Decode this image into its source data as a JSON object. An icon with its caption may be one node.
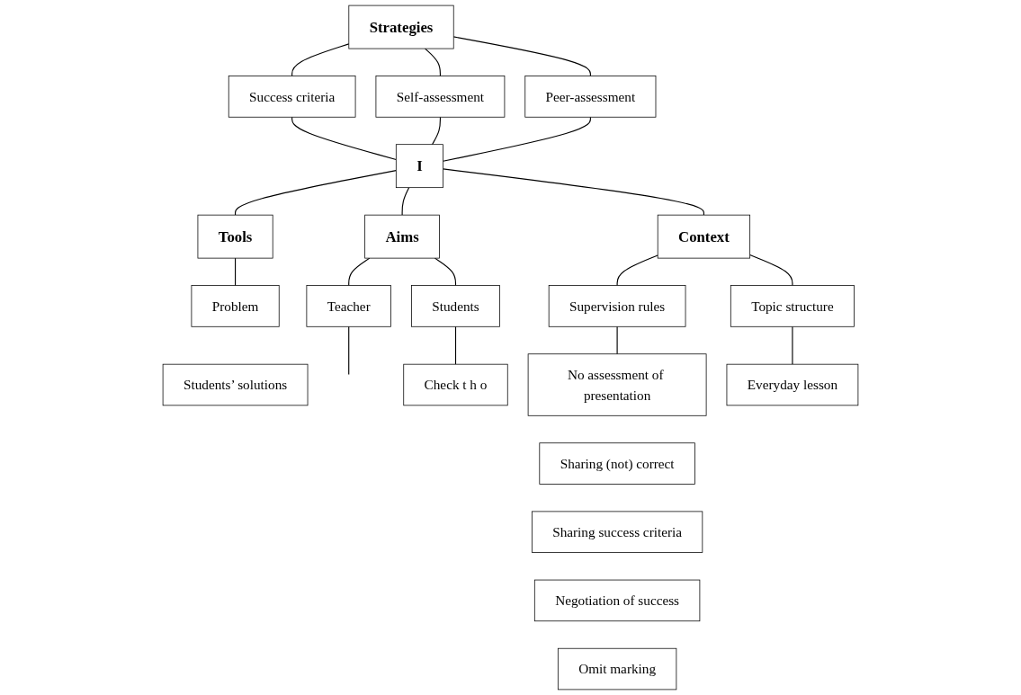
{
  "diagram": {
    "nodes": [
      {
        "text": [
          "Strategies"
        ]
      },
      {
        "text": [
          "Success criteria"
        ]
      },
      {
        "text": [
          "Self-assessment"
        ]
      },
      {
        "text": [
          "Peer-assessment"
        ]
      },
      {
        "text": [
          "I"
        ]
      },
      {
        "text": [
          "Tools"
        ]
      },
      {
        "text": [
          "Aims"
        ]
      },
      {
        "text": [
          "Context"
        ]
      },
      {
        "text": [
          "Problem"
        ]
      },
      {
        "text": [
          "Students’ solutions"
        ]
      },
      {
        "text": [
          "Teacher"
        ]
      },
      {
        "text": [
          "Students"
        ]
      },
      {
        "text": [
          "Check t h o"
        ]
      },
      {
        "text": [
          "Supervision rules"
        ]
      },
      {
        "text": [
          "Topic structure"
        ]
      },
      {
        "text": [
          "No assessment of presentation"
        ]
      },
      {
        "text": [
          "Sharing (not) correct"
        ]
      },
      {
        "text": [
          "Sharing success criteria"
        ]
      },
      {
        "text": [
          "Negotiation of success"
        ]
      },
      {
        "text": [
          "Omit marking"
        ]
      },
      {
        "text": [
          "Everyday lesson"
        ]
      }
    ],
    "edges": [
      {
        "from": 0,
        "to": 1,
        "arrow": "none"
      },
      {
        "from": 0,
        "to": 2,
        "arrow": "none"
      },
      {
        "from": 0,
        "to": 3,
        "arrow": "none"
      },
      {
        "from": 1,
        "to": 4,
        "arrow": "none"
      },
      {
        "from": 2,
        "to": 4,
        "arrow": "none"
      },
      {
        "from": 3,
        "to": 4,
        "arrow": "none"
      },
      {
        "from": 4,
        "to": 5,
        "arrow": "none"
      },
      {
        "from": 4,
        "to": 6,
        "arrow": "none"
      },
      {
        "from": 4,
        "to": 7,
        "arrow": "none"
      },
      {
        "from": 5,
        "to": 8,
        "arrow": "none"
      },
      {
        "from": 6,
        "to": 10,
        "arrow": "none"
      },
      {
        "from": 6,
        "to": 11,
        "arrow": "none"
      },
      {
        "from": 10,
        "to": null,
        "arrow": "none"
      },
      {
        "from": 11,
        "to": 12,
        "arrow": "none"
      },
      {
        "from": 7,
        "to": 13,
        "arrow": "none"
      },
      {
        "from": 7,
        "to": 14,
        "arrow": "none"
      },
      {
        "from": 13,
        "to": 15,
        "arrow": "none"
      },
      {
        "from": 14,
        "to": 20,
        "arrow": "none"
      }
    ]
  }
}
